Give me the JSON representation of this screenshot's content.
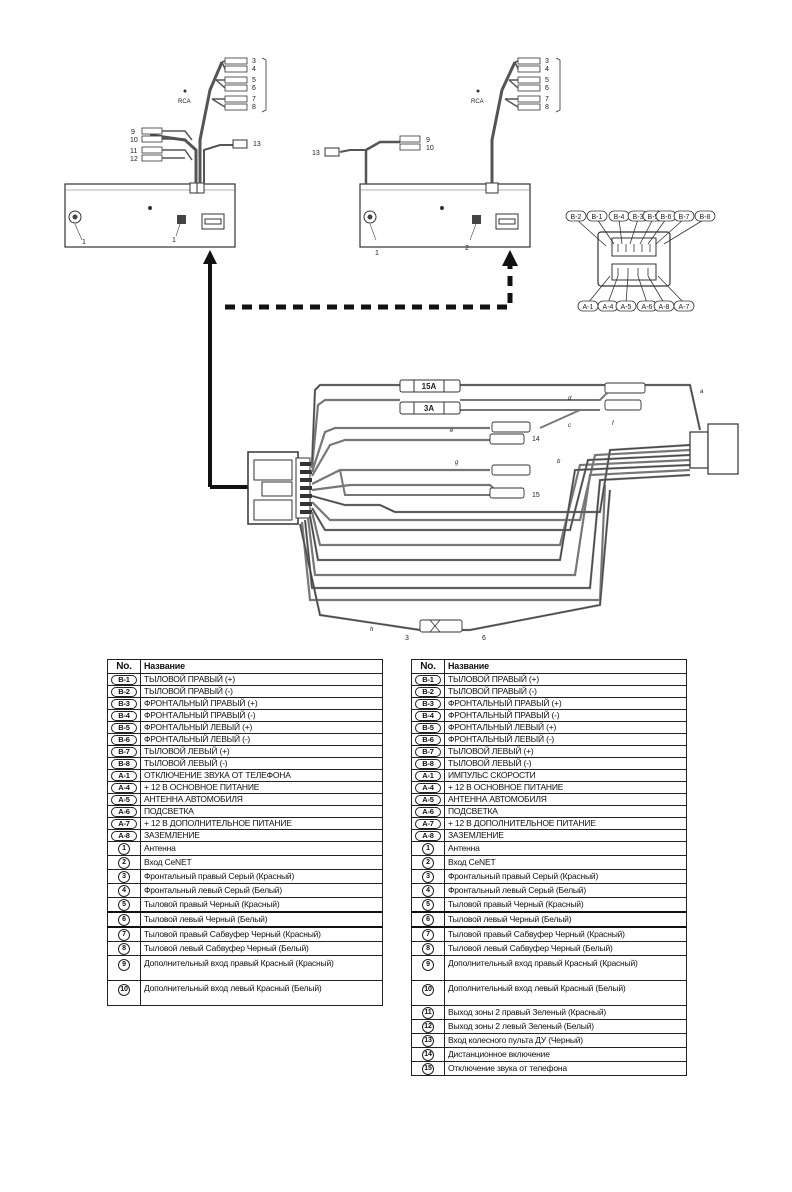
{
  "diagram": {
    "unit_left": {
      "rca_label": "RCA",
      "rca_numbers": [
        "3",
        "4",
        "5",
        "6",
        "7",
        "8"
      ],
      "input_numbers": [
        "9",
        "10",
        "11",
        "12"
      ],
      "remote_number": "13",
      "antenna_number": "1",
      "cenet_number": "1"
    },
    "unit_right": {
      "rca_label": "RCA",
      "rca_numbers": [
        "3",
        "4",
        "5",
        "6",
        "7",
        "8"
      ],
      "input_numbers": [
        "9",
        "10"
      ],
      "remote_number": "13",
      "antenna_number": "1",
      "cenet_number": "2"
    },
    "connector": {
      "top_pins": [
        "B-2",
        "B-1",
        "B-4",
        "B-3",
        "B-5",
        "B-6",
        "B-7",
        "B-8"
      ],
      "bottom_pins": [
        "A-1",
        "A-4",
        "A-5",
        "A-6",
        "A-8",
        "A-7"
      ]
    },
    "harness": {
      "fuse_15a": "15A",
      "fuse_3a": "3A",
      "wire_numbers": [
        "14",
        "15",
        "3",
        "6"
      ],
      "wire_letters": [
        "a",
        "b",
        "c",
        "d",
        "e",
        "f",
        "g",
        "h"
      ]
    }
  },
  "table_left": {
    "header_no": "No.",
    "header_name": "Название",
    "rows": [
      {
        "no": "B-1",
        "style": "pill",
        "name": "ТЫЛОВОЙ ПРАВЫЙ (+)"
      },
      {
        "no": "B-2",
        "style": "pill",
        "name": "ТЫЛОВОЙ ПРАВЫЙ (-)"
      },
      {
        "no": "B-3",
        "style": "pill",
        "name": "ФРОНТАЛЬНЫЙ ПРАВЫЙ (+)"
      },
      {
        "no": "B-4",
        "style": "pill",
        "name": "ФРОНТАЛЬНЫЙ ПРАВЫЙ (-)"
      },
      {
        "no": "B-5",
        "style": "pill",
        "name": "ФРОНТАЛЬНЫЙ ЛЕВЫЙ (+)"
      },
      {
        "no": "B-6",
        "style": "pill",
        "name": "ФРОНТАЛЬНЫЙ ЛЕВЫЙ (-)"
      },
      {
        "no": "B-7",
        "style": "pill",
        "name": "ТЫЛОВОЙ ЛЕВЫЙ (+)"
      },
      {
        "no": "B-8",
        "style": "pill",
        "name": "ТЫЛОВОЙ ЛЕВЫЙ (-)"
      },
      {
        "no": "A-1",
        "style": "pill",
        "name": "ОТКЛЮЧЕНИЕ ЗВУКА ОТ ТЕЛЕФОНА"
      },
      {
        "no": "A-4",
        "style": "pill",
        "name": "+ 12 В ОСНОВНОЕ ПИТАНИЕ"
      },
      {
        "no": "A-5",
        "style": "pill",
        "name": "АНТЕННА АВТОМОБИЛЯ"
      },
      {
        "no": "A-6",
        "style": "pill",
        "name": "ПОДСВЕТКА"
      },
      {
        "no": "A-7",
        "style": "pill",
        "name": "+ 12 В ДОПОЛНИТЕЛЬНОЕ ПИТАНИЕ"
      },
      {
        "no": "A-8",
        "style": "pill",
        "name": "ЗАЗЕМЛЕНИЕ"
      },
      {
        "no": "1",
        "style": "circ",
        "name": "Антенна"
      },
      {
        "no": "2",
        "style": "circ",
        "name": "Вход CeNET"
      },
      {
        "no": "3",
        "style": "circ",
        "name": "Фронтальный правый Серый (Красный)"
      },
      {
        "no": "4",
        "style": "circ",
        "name": "Фронтальный левый Серый (Белый)"
      },
      {
        "no": "5",
        "style": "circ",
        "name": "Тыловой правый Черный (Красный)"
      },
      {
        "no": "6",
        "style": "circ",
        "name": "Тыловой левый Черный (Белый)",
        "thick": true
      },
      {
        "no": "7",
        "style": "circ",
        "name": "Тыловой правый Сабвуфер Черный (Красный)",
        "thick": true
      },
      {
        "no": "8",
        "style": "circ",
        "name": "Тыловой левый Сабвуфер Черный (Белый)"
      },
      {
        "no": "9",
        "style": "circ",
        "name": "Дополнительный вход правый Красный (Красный)",
        "tall": true
      },
      {
        "no": "10",
        "style": "circ",
        "name": "Дополнительный вход левый Красный (Белый)",
        "tall": true
      }
    ]
  },
  "table_right": {
    "header_no": "No.",
    "header_name": "Название",
    "rows": [
      {
        "no": "B-1",
        "style": "pill",
        "name": "ТЫЛОВОЙ ПРАВЫЙ (+)"
      },
      {
        "no": "B-2",
        "style": "pill",
        "name": "ТЫЛОВОЙ ПРАВЫЙ (-)"
      },
      {
        "no": "B-3",
        "style": "pill",
        "name": "ФРОНТАЛЬНЫЙ ПРАВЫЙ (+)"
      },
      {
        "no": "B-4",
        "style": "pill",
        "name": "ФРОНТАЛЬНЫЙ ПРАВЫЙ (-)"
      },
      {
        "no": "B-5",
        "style": "pill",
        "name": "ФРОНТАЛЬНЫЙ ЛЕВЫЙ (+)"
      },
      {
        "no": "B-6",
        "style": "pill",
        "name": "ФРОНТАЛЬНЫЙ ЛЕВЫЙ (-)"
      },
      {
        "no": "B-7",
        "style": "pill",
        "name": "ТЫЛОВОЙ ЛЕВЫЙ (+)"
      },
      {
        "no": "B-8",
        "style": "pill",
        "name": "ТЫЛОВОЙ ЛЕВЫЙ (-)"
      },
      {
        "no": "A-1",
        "style": "pill",
        "name": "ИМПУЛЬС СКОРОСТИ"
      },
      {
        "no": "A-4",
        "style": "pill",
        "name": "+ 12 В ОСНОВНОЕ ПИТАНИЕ"
      },
      {
        "no": "A-5",
        "style": "pill",
        "name": "АНТЕННА АВТОМОБИЛЯ"
      },
      {
        "no": "A-6",
        "style": "pill",
        "name": "ПОДСВЕТКА"
      },
      {
        "no": "A-7",
        "style": "pill",
        "name": "+ 12 В ДОПОЛНИТЕЛЬНОЕ ПИТАНИЕ"
      },
      {
        "no": "A-8",
        "style": "pill",
        "name": "ЗАЗЕМЛЕНИЕ"
      },
      {
        "no": "1",
        "style": "circ",
        "name": "Антенна"
      },
      {
        "no": "2",
        "style": "circ",
        "name": "Вход CeNET"
      },
      {
        "no": "3",
        "style": "circ",
        "name": "Фронтальный правый Серый (Красный)"
      },
      {
        "no": "4",
        "style": "circ",
        "name": "Фронтальный левый Серый (Белый)"
      },
      {
        "no": "5",
        "style": "circ",
        "name": "Тыловой правый Черный (Красный)"
      },
      {
        "no": "6",
        "style": "circ",
        "name": "Тыловой левый Черный (Белый)",
        "thick": true
      },
      {
        "no": "7",
        "style": "circ",
        "name": "Тыловой правый Сабвуфер Черный (Красный)",
        "thick": true
      },
      {
        "no": "8",
        "style": "circ",
        "name": "Тыловой левый Сабвуфер Черный (Белый)"
      },
      {
        "no": "9",
        "style": "circ",
        "name": "Дополнительный вход правый Красный (Красный)",
        "tall": true
      },
      {
        "no": "10",
        "style": "circ",
        "name": "Дополнительный вход левый Красный (Белый)",
        "tall": true
      },
      {
        "no": "11",
        "style": "circ",
        "name": "Выход зоны 2 правый Зеленый (Красный)"
      },
      {
        "no": "12",
        "style": "circ",
        "name": "Выход зоны 2 левый Зеленый (Белый)"
      },
      {
        "no": "13",
        "style": "circ",
        "name": "Вход колесного пульта ДУ (Черный)"
      },
      {
        "no": "14",
        "style": "circ",
        "name": "Дистанционное включение"
      },
      {
        "no": "15",
        "style": "circ",
        "name": "Отключение звука от телефона"
      }
    ]
  }
}
